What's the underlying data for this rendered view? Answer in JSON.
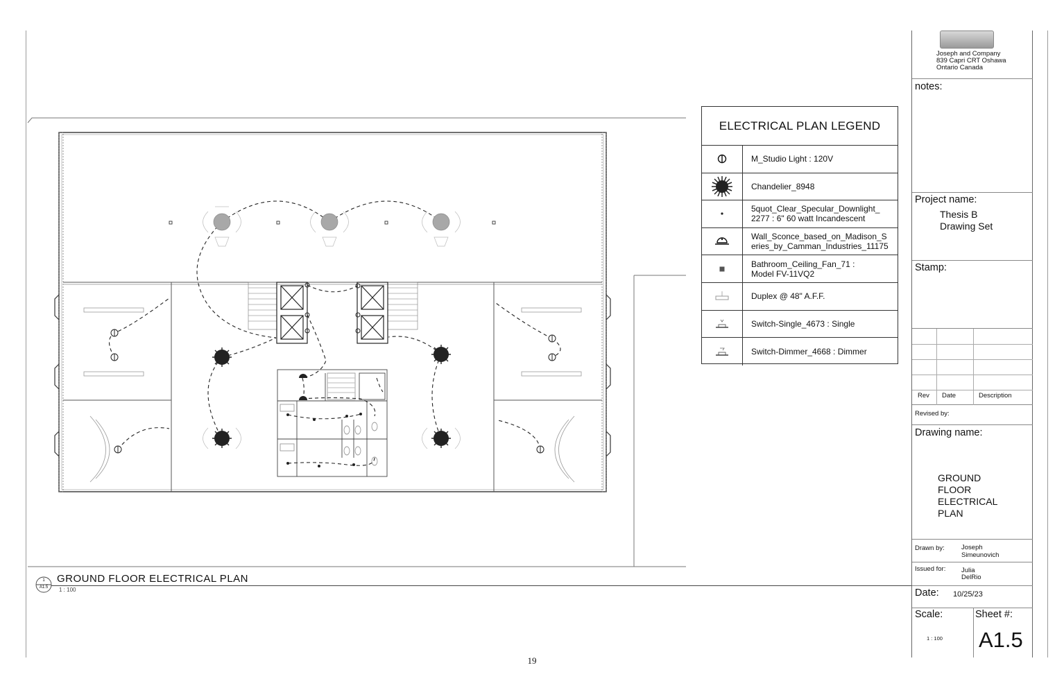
{
  "page_number": "19",
  "plan": {
    "title": "GROUND FLOOR ELECTRICAL PLAN",
    "scale": "1 : 100",
    "ref_top": "1",
    "ref_bottom": "A1.5"
  },
  "legend": {
    "title": "ELECTRICAL PLAN LEGEND",
    "items": [
      {
        "icon": "studio-light-icon",
        "label": "M_Studio Light : 120V"
      },
      {
        "icon": "chandelier-icon",
        "label": "Chandelier_8948"
      },
      {
        "icon": "downlight-icon",
        "label": "5quot_Clear_Specular_Downlight_\n2277 : 6\"  60 watt Incandescent"
      },
      {
        "icon": "wall-sconce-icon",
        "label": "Wall_Sconce_based_on_Madison_S\neries_by_Camman_Industries_11175"
      },
      {
        "icon": "ceiling-fan-icon",
        "label": "Bathroom_Ceiling_Fan_71 :\nModel FV-11VQ2"
      },
      {
        "icon": "duplex-icon",
        "label": "Duplex @ 48\" A.F.F."
      },
      {
        "icon": "switch-single-icon",
        "label": "Switch-Single_4673 : Single"
      },
      {
        "icon": "switch-dimmer-icon",
        "label": "Switch-Dimmer_4668 : Dimmer"
      }
    ]
  },
  "title_block": {
    "company_lines": [
      "Joseph and Company",
      "839 Capri CRT Oshawa",
      "Ontario Canada"
    ],
    "notes_label": "notes:",
    "project_label": "Project name:",
    "project_name": [
      "Thesis B",
      "Drawing Set"
    ],
    "stamp_label": "Stamp:",
    "rev_headers": {
      "rev": "Rev",
      "date": "Date",
      "description": "Description"
    },
    "revised_by_label": "Revised by:",
    "drawing_name_label": "Drawing name:",
    "drawing_name": [
      "GROUND",
      "FLOOR",
      "ELECTRICAL",
      "PLAN"
    ],
    "drawn_by_label": "Drawn by:",
    "drawn_by": [
      "Joseph",
      "Simeunovich"
    ],
    "issued_for_label": "Issued for:",
    "issued_for": [
      "Julia",
      "DelRio"
    ],
    "date_label": "Date:",
    "date": "10/25/23",
    "scale_label": "Scale:",
    "scale": "1 : 100",
    "sheet_label": "Sheet #:",
    "sheet": "A1.5"
  },
  "colors": {
    "line": "#222222",
    "light_line": "#9a9a9a",
    "fixture_gray": "#a8a8a8"
  }
}
